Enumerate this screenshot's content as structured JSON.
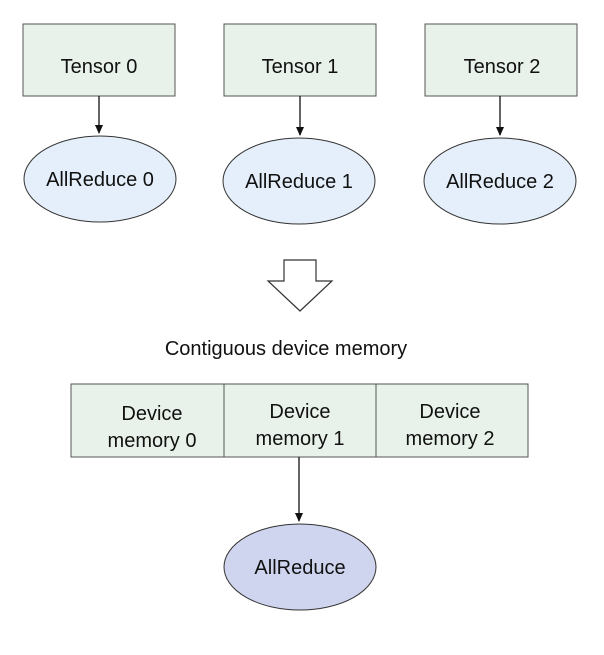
{
  "tensors": [
    {
      "label": "Tensor 0",
      "op": "AllReduce 0"
    },
    {
      "label": "Tensor 1",
      "op": "AllReduce 1"
    },
    {
      "label": "Tensor 2",
      "op": "AllReduce 2"
    }
  ],
  "caption": "Contiguous device memory",
  "memory_blocks": [
    {
      "line1": "Device",
      "line2": "memory 0"
    },
    {
      "line1": "Device",
      "line2": "memory 1"
    },
    {
      "line1": "Device",
      "line2": "memory 2"
    }
  ],
  "final_op": "AllReduce",
  "colors": {
    "box_fill": "#e8f2ea",
    "ellipse_fill": "#e4effb",
    "final_ellipse_fill": "#cfd5ee"
  }
}
